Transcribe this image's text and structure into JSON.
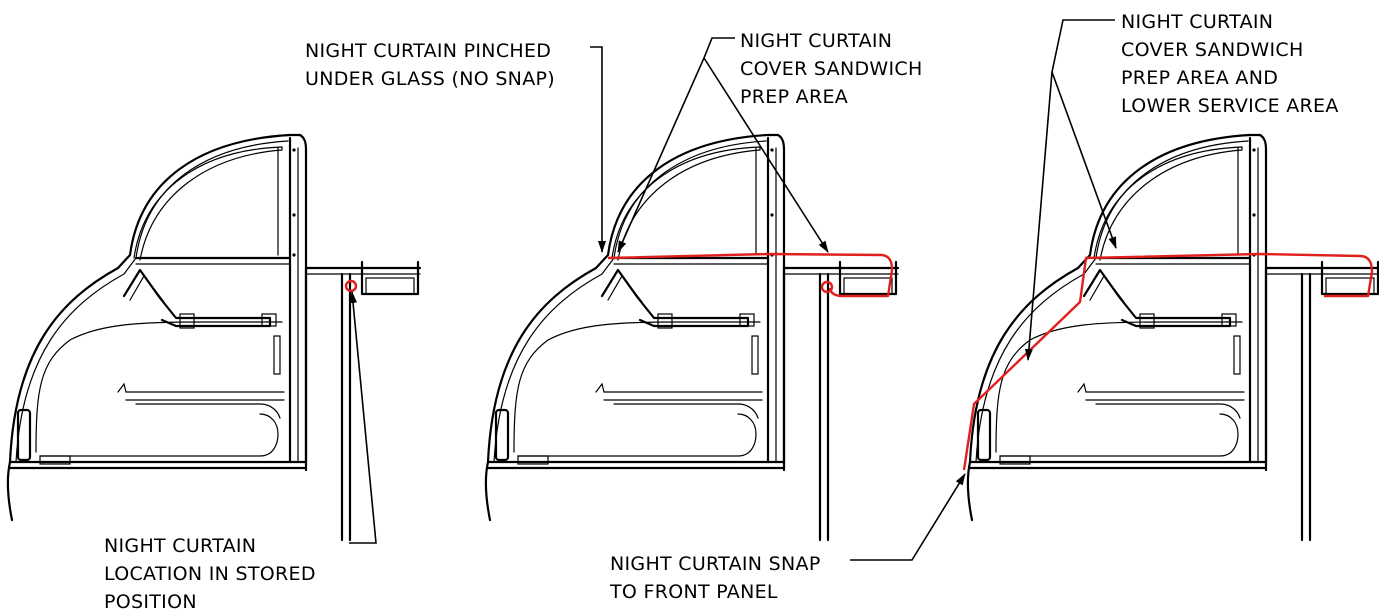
{
  "colors": {
    "line": "#000000",
    "curtain": "#e0201c",
    "background": "#ffffff"
  },
  "callouts": {
    "pinched": [
      "NIGHT CURTAIN PINCHED",
      "UNDER GLASS (NO SNAP)"
    ],
    "stored": [
      "NIGHT CURTAIN",
      "LOCATION IN STORED",
      "POSITION"
    ],
    "prep": [
      "NIGHT CURTAIN",
      "COVER SANDWICH",
      "PREP AREA"
    ],
    "snap": [
      "NIGHT CURTAIN SNAP",
      "TO FRONT PANEL"
    ],
    "prep_lower": [
      "NIGHT CURTAIN",
      "COVER SANDWICH",
      "PREP AREA AND",
      "LOWER SERVICE AREA"
    ]
  }
}
